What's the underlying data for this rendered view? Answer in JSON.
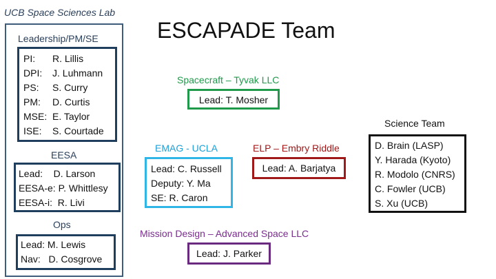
{
  "org_title": "UCB Space Sciences Lab",
  "main_title": "ESCAPADE Team",
  "leadership": {
    "label": "Leadership/PM/SE",
    "rows": [
      {
        "role": "PI:",
        "name": "R. Lillis"
      },
      {
        "role": "DPI:",
        "name": "J. Luhmann"
      },
      {
        "role": "PS:",
        "name": "S. Curry"
      },
      {
        "role": "PM:",
        "name": "D. Curtis"
      },
      {
        "role": "MSE:",
        "name": "E. Taylor"
      },
      {
        "role": "ISE:",
        "name": "S. Courtade"
      }
    ]
  },
  "eesa": {
    "label": "EESA",
    "rows": [
      "Lead:    D. Larson",
      "EESA-e: P. Whittlesy",
      "EESA-i:  R. Livi"
    ]
  },
  "ops": {
    "label": "Ops",
    "rows": [
      "Lead: M. Lewis",
      "Nav:   D. Cosgrove"
    ]
  },
  "spacecraft": {
    "label": "Spacecraft – Tyvak LLC",
    "lead": "Lead: T. Mosher"
  },
  "emag": {
    "label": "EMAG - UCLA",
    "rows": [
      "Lead: C. Russell",
      "Deputy: Y. Ma",
      "SE: R. Caron"
    ]
  },
  "elp": {
    "label": "ELP – Embry Riddle",
    "lead": "Lead: A. Barjatya"
  },
  "science": {
    "label": "Science Team",
    "rows": [
      "D. Brain (LASP)",
      "Y. Harada (Kyoto)",
      "R. Modolo (CNRS)",
      "C. Fowler (UCB)",
      "S. Xu (UCB)"
    ]
  },
  "mission_design": {
    "label": "Mission Design – Advanced Space LLC",
    "lead": "Lead: J. Parker"
  },
  "colors": {
    "navy": "#1f3d5c",
    "green": "#1f9a4a",
    "cyan": "#2fb5e6",
    "red": "#a01818",
    "purple": "#6a2a80",
    "black": "#111111"
  }
}
